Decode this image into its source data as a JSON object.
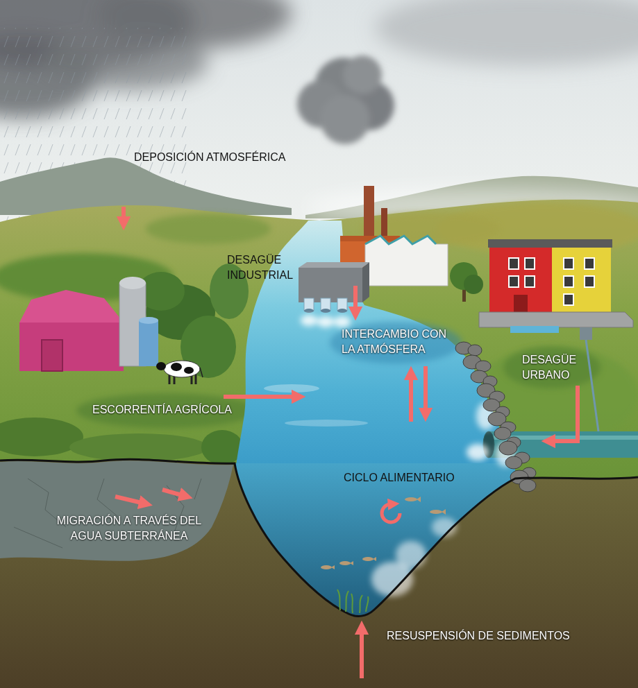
{
  "diagram": {
    "labels": [
      "DEPOSICIÓN ATMOSFÉRICA",
      "DESAGÜE INDUSTRIAL",
      "INTERCAMBIO CON LA ATMÓSFERA",
      "DESAGÜE URBANO",
      "ESCORRENTÍA AGRÍCOLA",
      "CICLO ALIMENTARIO",
      "MIGRACIÓN A TRAVÉS DEL AGUA SUBTERRÁNEA",
      "RESUSPENSIÓN DE SEDIMENTOS"
    ]
  }
}
